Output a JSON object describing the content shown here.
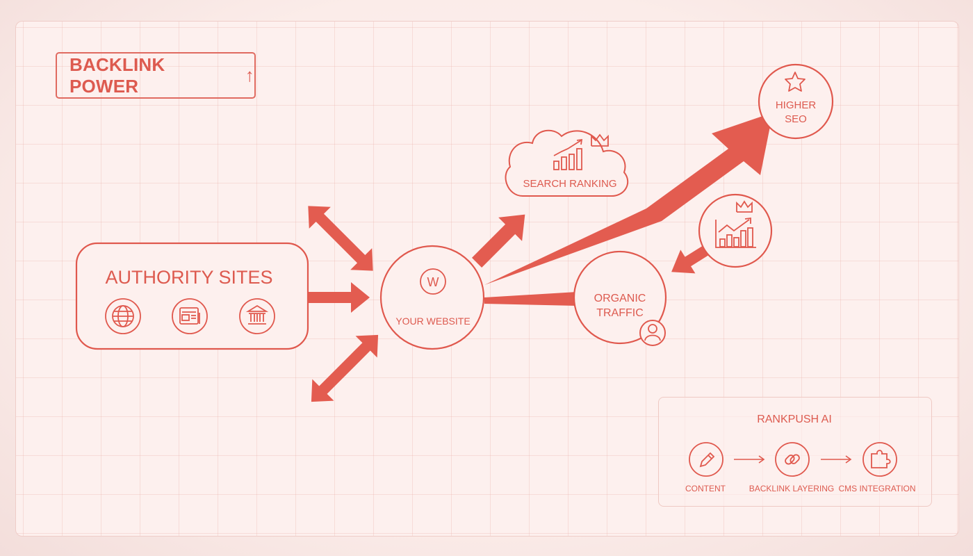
{
  "badge": {
    "label": "BACKLINK POWER",
    "arrow": "↑"
  },
  "authority": {
    "title": "AUTHORITY SITES",
    "icons": [
      "globe-icon",
      "news-icon",
      "bank-icon"
    ]
  },
  "website": {
    "glyph": "W",
    "label": "YOUR WEBSITE"
  },
  "search_ranking": {
    "label": "SEARCH RANKING",
    "icons": [
      "bar-chart-icon",
      "crown-icon"
    ]
  },
  "higher_seo": {
    "line1": "HIGHER",
    "line2": "SEO",
    "icon": "star-icon"
  },
  "growth": {
    "icons": [
      "growth-chart-icon",
      "crown-icon"
    ]
  },
  "organic": {
    "line1": "ORGANIC",
    "line2": "TRAFFIC",
    "icon": "user-icon"
  },
  "rankpush": {
    "title": "RANKPUSH AI",
    "steps": [
      {
        "label": "CONTENT",
        "icon": "pencil-icon"
      },
      {
        "label": "BACKLINK LAYERING",
        "icon": "link-icon"
      },
      {
        "label": "CMS INTEGRATION",
        "icon": "puzzle-icon"
      }
    ]
  },
  "colors": {
    "accent": "#e0584d",
    "background": "#fdf0ee",
    "grid": "#eec7c2"
  }
}
